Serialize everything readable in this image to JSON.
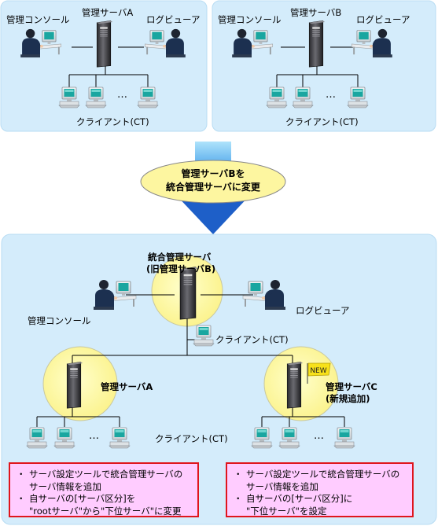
{
  "top_left": {
    "server": "管理サーバA",
    "console": "管理コンソール",
    "viewer": "ログビューア",
    "ellipsis": "…",
    "clients": "クライアント(CT)"
  },
  "top_right": {
    "server": "管理サーバB",
    "console": "管理コンソール",
    "viewer": "ログビューア",
    "ellipsis": "…",
    "clients": "クライアント(CT)"
  },
  "transition": {
    "line1": "管理サーバBを",
    "line2": "統合管理サーバに変更"
  },
  "bottom": {
    "integrated_line1": "統合管理サーバ",
    "integrated_line2": "(旧管理サーバB)",
    "console": "管理コンソール",
    "viewer": "ログビューア",
    "clients_center": "クライアント(CT)",
    "server_a": "管理サーバA",
    "new_badge": "NEW",
    "server_c_line1": "管理サーバC",
    "server_c_line2": "(新規追加)",
    "ellipsis": "…",
    "clients_bottom": "クライアント(CT)"
  },
  "notes": {
    "left": [
      {
        "bullet": "・",
        "lines": [
          "サーバ設定ツールで統合管理サーバの",
          "サーバ情報を追加"
        ]
      },
      {
        "bullet": "・",
        "lines": [
          "自サーバの[サーバ区分]を",
          "\"rootサーバ\"から\"下位サーバ\"に変更"
        ]
      }
    ],
    "right": [
      {
        "bullet": "・",
        "lines": [
          "サーバ設定ツールで統合管理サーバの",
          "サーバ情報を追加"
        ]
      },
      {
        "bullet": "・",
        "lines": [
          "自サーバの[サーバ区分]に",
          "\"下位サーバ\"を設定"
        ]
      }
    ]
  }
}
